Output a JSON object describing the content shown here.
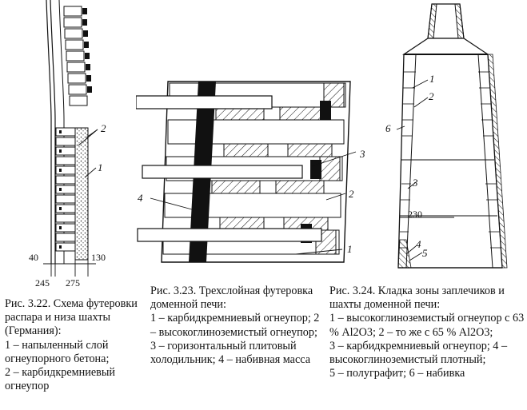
{
  "figure_22": {
    "labels": [
      "2",
      "1"
    ],
    "dimensions": [
      "40",
      "245",
      "275",
      "130"
    ],
    "caption": "Рис. 3.22. Схема футеровки распара и низа шахты (Германия):\n1 – напыленный слой огнеупорного бетона;\n2 – карбидкремниевый огнеупор"
  },
  "figure_23": {
    "labels": [
      "3",
      "2",
      "4",
      "1"
    ],
    "caption": "Рис. 3.23. Трехслойная футеровка доменной печи:\n1 – карбидкремниевый огнеупор; 2 – высокоглиноземистый огнеупор;\n3 – горизонтальный плитовый холодильник; 4 – набивная масса"
  },
  "figure_24": {
    "labels": [
      "1",
      "2",
      "6",
      "3",
      "230",
      "4",
      "5"
    ],
    "caption": "Рис. 3.24. Кладка зоны заплечиков и шахты доменной печи:\n1 – высокоглиноземистый огнеупор с 63 % Al2O3; 2 – то же с 65 % Al2O3;\n3 – карбидкремниевый огнеупор; 4 – высокоглиноземистый плотный;\n5 – полуграфит; 6 – набивка"
  }
}
